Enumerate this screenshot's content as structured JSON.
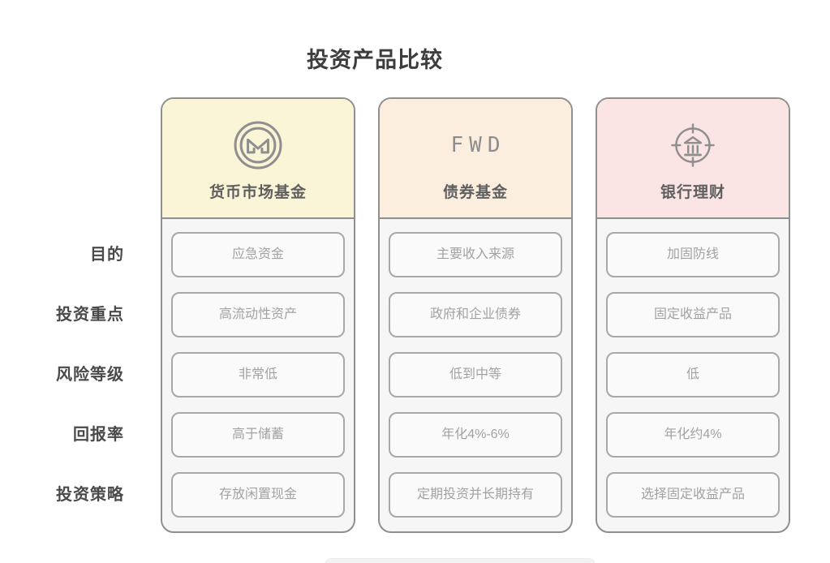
{
  "title": "投资产品比较",
  "row_labels": [
    "目的",
    "投资重点",
    "风险等级",
    "回报率",
    "投资策略"
  ],
  "columns": [
    {
      "name": "货币市场基金",
      "icon": "circle-m-icon",
      "header_bg": "#FAF5D7",
      "cells": [
        "应急资金",
        "高流动性资产",
        "非常低",
        "高于储蓄",
        "存放闲置现金"
      ]
    },
    {
      "name": "债券基金",
      "icon": "fwd-logo",
      "logo_text": "FWD",
      "header_bg": "#FBEEDF",
      "cells": [
        "主要收入来源",
        "政府和企业债券",
        "低到中等",
        "年化4%-6%",
        "定期投资并长期持有"
      ]
    },
    {
      "name": "银行理财",
      "icon": "bank-target-icon",
      "header_bg": "#FBE5E4",
      "cells": [
        "加固防线",
        "固定收益产品",
        "低",
        "年化约4%",
        "选择固定收益产品"
      ]
    }
  ],
  "colors": {
    "card_border": "#8f8f8f",
    "cell_border": "#a8a8a8",
    "body_bg": "#f6f6f6",
    "cell_bg": "#fafafa",
    "cell_text": "#a2a2a2",
    "label_text": "#4a4a4a",
    "column_name_text": "#5f5f5f",
    "title_text": "#3d3d3d",
    "icon_stroke": "#8f8f8f"
  }
}
